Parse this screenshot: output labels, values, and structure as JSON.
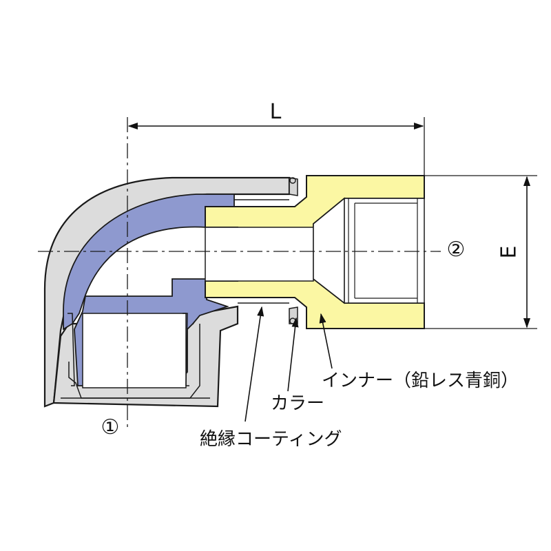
{
  "dimensions": {
    "length_label": "L",
    "height_label": "E"
  },
  "markers": {
    "port_1": "①",
    "port_2": "②"
  },
  "callouts": {
    "inner": "インナー（鉛レス青銅）",
    "collar": "カラー",
    "coating": "絶縁コーティング"
  },
  "colors": {
    "outer_body": "#dcdcdc",
    "insulation_coating": "#8e99cf",
    "inner_brass": "#fbf7a3",
    "outline": "#1a1a1a"
  }
}
